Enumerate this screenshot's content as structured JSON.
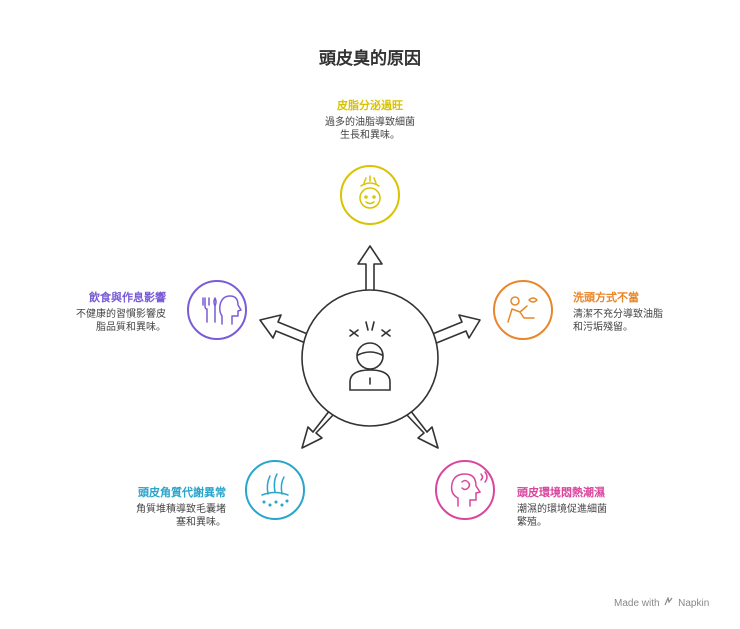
{
  "title": "頭皮臭的原因",
  "causes": [
    {
      "title": "皮脂分泌過旺",
      "desc1": "過多的油脂導致細菌",
      "desc2": "生長和異味。",
      "color": "#D9C300",
      "icon": "oil-gland-icon"
    },
    {
      "title": "洗頭方式不當",
      "desc1": "清潔不充分導致油脂",
      "desc2": "和污垢殘留。",
      "color": "#E8872A",
      "icon": "washing-person-icon"
    },
    {
      "title": "頭皮環境悶熱潮濕",
      "desc1": "潮濕的環境促進細菌",
      "desc2": "繁殖。",
      "color": "#D9469E",
      "icon": "steaming-head-icon"
    },
    {
      "title": "頭皮角質代謝異常",
      "desc1": "角質堆積導致毛囊堵",
      "desc2": "塞和異味。",
      "color": "#2AA5CC",
      "icon": "hair-follicle-icon"
    },
    {
      "title": "飲食與作息影響",
      "desc1": "不健康的習慣影響皮",
      "desc2": "脂品質和異味。",
      "color": "#7A5CD6",
      "icon": "diet-head-icon"
    }
  ],
  "footer": {
    "made_with": "Made with",
    "brand": "Napkin"
  }
}
